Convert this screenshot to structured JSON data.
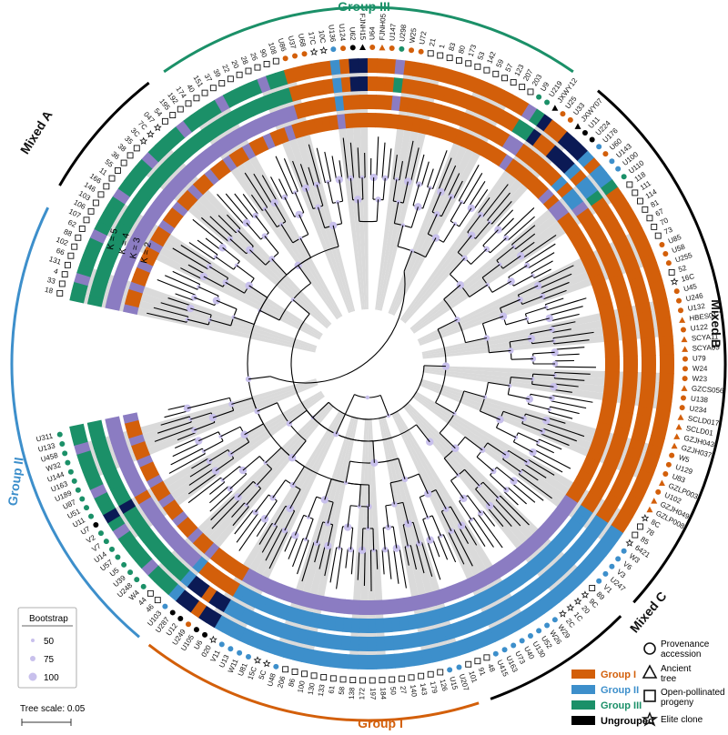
{
  "colors": {
    "group_i": "#d35f0a",
    "group_ii": "#3d8fcb",
    "group_iii": "#1b9068",
    "ungrouped": "#0b1a55",
    "purple": "#8b7cc2",
    "shade": "#d4d4d4",
    "bootstrap": "#c8c0ec"
  },
  "group_labels": {
    "group_iii": "Group III",
    "group_ii": "Group II",
    "group_i": "Group I",
    "mixed_a": "Mixed A",
    "mixed_b": "Mixed B",
    "mixed_c": "Mixed C"
  },
  "k_labels": [
    "K = 5",
    "K = 4",
    "K = 3",
    "K = 2"
  ],
  "group_legend": {
    "items": [
      {
        "label": "Group I",
        "color": "#d35f0a"
      },
      {
        "label": "Group II",
        "color": "#3d8fcb"
      },
      {
        "label": "Group III",
        "color": "#1b9068"
      },
      {
        "label": "Ungrouped",
        "color": "#000000"
      }
    ]
  },
  "type_legend": {
    "items": [
      {
        "label": "Provenance accession",
        "shape": "circle"
      },
      {
        "label": "Ancient tree",
        "shape": "triangle"
      },
      {
        "label": "Open-pollinated progeny",
        "shape": "square"
      },
      {
        "label": "Elite clone",
        "shape": "star"
      }
    ]
  },
  "bootstrap_legend": {
    "title": "Bootstrap",
    "values": [
      "50",
      "75",
      "100"
    ]
  },
  "tree_scale": "Tree scale: 0.05",
  "tips": [
    {
      "name": "18",
      "group": "III",
      "type": "square"
    },
    {
      "name": "33",
      "group": "III",
      "type": "square"
    },
    {
      "name": "4",
      "group": "III",
      "type": "square"
    },
    {
      "name": "131",
      "group": "III",
      "type": "square"
    },
    {
      "name": "66",
      "group": "III",
      "type": "square"
    },
    {
      "name": "102",
      "group": "III",
      "type": "square"
    },
    {
      "name": "88",
      "group": "III",
      "type": "square"
    },
    {
      "name": "62",
      "group": "III",
      "type": "square"
    },
    {
      "name": "107",
      "group": "III",
      "type": "square"
    },
    {
      "name": "106",
      "group": "III",
      "type": "square"
    },
    {
      "name": "103",
      "group": "III",
      "type": "square"
    },
    {
      "name": "146",
      "group": "III",
      "type": "square"
    },
    {
      "name": "166",
      "group": "III",
      "type": "square"
    },
    {
      "name": "11",
      "group": "III",
      "type": "square"
    },
    {
      "name": "55",
      "group": "III",
      "type": "square"
    },
    {
      "name": "36",
      "group": "III",
      "type": "square"
    },
    {
      "name": "38",
      "group": "III",
      "type": "square"
    },
    {
      "name": "35",
      "group": "III",
      "type": "square"
    },
    {
      "name": "3C",
      "group": "III",
      "type": "star"
    },
    {
      "name": "7C",
      "group": "III",
      "type": "star"
    },
    {
      "name": "047",
      "group": "III",
      "type": "star"
    },
    {
      "name": "54",
      "group": "III",
      "type": "square"
    },
    {
      "name": "195",
      "group": "III",
      "type": "square"
    },
    {
      "name": "192",
      "group": "III",
      "type": "square"
    },
    {
      "name": "174",
      "group": "III",
      "type": "square"
    },
    {
      "name": "40",
      "group": "III",
      "type": "square"
    },
    {
      "name": "151",
      "group": "III",
      "type": "square"
    },
    {
      "name": "37",
      "group": "III",
      "type": "square"
    },
    {
      "name": "39",
      "group": "III",
      "type": "square"
    },
    {
      "name": "22",
      "group": "III",
      "type": "square"
    },
    {
      "name": "20",
      "group": "III",
      "type": "square"
    },
    {
      "name": "28",
      "group": "III",
      "type": "square"
    },
    {
      "name": "26",
      "group": "III",
      "type": "square"
    },
    {
      "name": "90",
      "group": "III",
      "type": "square"
    },
    {
      "name": "108",
      "group": "III",
      "type": "square"
    },
    {
      "name": "U86",
      "group": "I",
      "type": "circle"
    },
    {
      "name": "U37",
      "group": "I",
      "type": "circle"
    },
    {
      "name": "U68",
      "group": "I",
      "type": "circle"
    },
    {
      "name": "17C",
      "group": "I",
      "type": "star"
    },
    {
      "name": "10C",
      "group": "I",
      "type": "star"
    },
    {
      "name": "U136",
      "group": "II",
      "type": "circle"
    },
    {
      "name": "U124",
      "group": "I",
      "type": "circle"
    },
    {
      "name": "U62",
      "group": "U",
      "type": "circle"
    },
    {
      "name": "FJNH15",
      "group": "U",
      "type": "triangle"
    },
    {
      "name": "U64",
      "group": "I",
      "type": "circle"
    },
    {
      "name": "FJNH05",
      "group": "I",
      "type": "triangle"
    },
    {
      "name": "U147",
      "group": "I",
      "type": "circle"
    },
    {
      "name": "U298",
      "group": "III",
      "type": "circle"
    },
    {
      "name": "W25",
      "group": "I",
      "type": "circle"
    },
    {
      "name": "U72",
      "group": "I",
      "type": "circle"
    },
    {
      "name": "21",
      "group": "I",
      "type": "square"
    },
    {
      "name": "1",
      "group": "I",
      "type": "square"
    },
    {
      "name": "83",
      "group": "I",
      "type": "square"
    },
    {
      "name": "80",
      "group": "I",
      "type": "square"
    },
    {
      "name": "173",
      "group": "I",
      "type": "square"
    },
    {
      "name": "53",
      "group": "I",
      "type": "square"
    },
    {
      "name": "142",
      "group": "I",
      "type": "square"
    },
    {
      "name": "59",
      "group": "I",
      "type": "square"
    },
    {
      "name": "57",
      "group": "I",
      "type": "square"
    },
    {
      "name": "123",
      "group": "I",
      "type": "square"
    },
    {
      "name": "207",
      "group": "I",
      "type": "square"
    },
    {
      "name": "203",
      "group": "I",
      "type": "square"
    },
    {
      "name": "U9",
      "group": "III",
      "type": "circle"
    },
    {
      "name": "U219",
      "group": "III",
      "type": "circle"
    },
    {
      "name": "JXWY12",
      "group": "U",
      "type": "triangle"
    },
    {
      "name": "U25",
      "group": "I",
      "type": "circle"
    },
    {
      "name": "U33",
      "group": "I",
      "type": "circle"
    },
    {
      "name": "JXWY07",
      "group": "U",
      "type": "triangle"
    },
    {
      "name": "U11",
      "group": "U",
      "type": "circle"
    },
    {
      "name": "U224",
      "group": "U",
      "type": "circle"
    },
    {
      "name": "U176",
      "group": "II",
      "type": "circle"
    },
    {
      "name": "U60",
      "group": "I",
      "type": "circle"
    },
    {
      "name": "U143",
      "group": "II",
      "type": "circle"
    },
    {
      "name": "U100",
      "group": "II",
      "type": "circle"
    },
    {
      "name": "U110",
      "group": "III",
      "type": "circle"
    },
    {
      "name": "118",
      "group": "I",
      "type": "square"
    },
    {
      "name": "111",
      "group": "I",
      "type": "square"
    },
    {
      "name": "114",
      "group": "I",
      "type": "square"
    },
    {
      "name": "81",
      "group": "I",
      "type": "square"
    },
    {
      "name": "67",
      "group": "I",
      "type": "square"
    },
    {
      "name": "70",
      "group": "I",
      "type": "square"
    },
    {
      "name": "73",
      "group": "I",
      "type": "square"
    },
    {
      "name": "U85",
      "group": "I",
      "type": "circle"
    },
    {
      "name": "U58",
      "group": "I",
      "type": "circle"
    },
    {
      "name": "U255",
      "group": "I",
      "type": "circle"
    },
    {
      "name": "52",
      "group": "I",
      "type": "square"
    },
    {
      "name": "16C",
      "group": "I",
      "type": "star"
    },
    {
      "name": "U45",
      "group": "I",
      "type": "circle"
    },
    {
      "name": "U246",
      "group": "I",
      "type": "circle"
    },
    {
      "name": "U132",
      "group": "I",
      "type": "circle"
    },
    {
      "name": "HBES01",
      "group": "I",
      "type": "triangle"
    },
    {
      "name": "U122",
      "group": "I",
      "type": "circle"
    },
    {
      "name": "SCYA11",
      "group": "I",
      "type": "triangle"
    },
    {
      "name": "SCYA05",
      "group": "I",
      "type": "triangle"
    },
    {
      "name": "U79",
      "group": "I",
      "type": "circle"
    },
    {
      "name": "W24",
      "group": "I",
      "type": "circle"
    },
    {
      "name": "W23",
      "group": "I",
      "type": "circle"
    },
    {
      "name": "GZCS056",
      "group": "I",
      "type": "triangle"
    },
    {
      "name": "U138",
      "group": "I",
      "type": "circle"
    },
    {
      "name": "U234",
      "group": "I",
      "type": "circle"
    },
    {
      "name": "SCLD017",
      "group": "I",
      "type": "triangle"
    },
    {
      "name": "SCLD01",
      "group": "I",
      "type": "triangle"
    },
    {
      "name": "GZJH043",
      "group": "I",
      "type": "triangle"
    },
    {
      "name": "GZJH037",
      "group": "I",
      "type": "triangle"
    },
    {
      "name": "W5",
      "group": "I",
      "type": "circle"
    },
    {
      "name": "U129",
      "group": "I",
      "type": "circle"
    },
    {
      "name": "U83",
      "group": "I",
      "type": "circle"
    },
    {
      "name": "GZLP003",
      "group": "I",
      "type": "triangle"
    },
    {
      "name": "U102",
      "group": "I",
      "type": "circle"
    },
    {
      "name": "GZJH049",
      "group": "I",
      "type": "triangle"
    },
    {
      "name": "GZLP008",
      "group": "I",
      "type": "triangle"
    },
    {
      "name": "8C",
      "group": "I",
      "type": "star"
    },
    {
      "name": "78",
      "group": "I",
      "type": "square"
    },
    {
      "name": "85",
      "group": "I",
      "type": "square"
    },
    {
      "name": "6421",
      "group": "II",
      "type": "star"
    },
    {
      "name": "W3",
      "group": "II",
      "type": "circle"
    },
    {
      "name": "V6",
      "group": "II",
      "type": "circle"
    },
    {
      "name": "V3",
      "group": "II",
      "type": "circle"
    },
    {
      "name": "U247",
      "group": "II",
      "type": "circle"
    },
    {
      "name": "V1",
      "group": "II",
      "type": "circle"
    },
    {
      "name": "89",
      "group": "II",
      "type": "square"
    },
    {
      "name": "9C",
      "group": "II",
      "type": "star"
    },
    {
      "name": "20",
      "group": "II",
      "type": "star"
    },
    {
      "name": "1C",
      "group": "II",
      "type": "star"
    },
    {
      "name": "2C",
      "group": "II",
      "type": "star"
    },
    {
      "name": "W29",
      "group": "II",
      "type": "circle"
    },
    {
      "name": "W26",
      "group": "II",
      "type": "circle"
    },
    {
      "name": "U52",
      "group": "II",
      "type": "circle"
    },
    {
      "name": "U130",
      "group": "II",
      "type": "circle"
    },
    {
      "name": "U40",
      "group": "II",
      "type": "circle"
    },
    {
      "name": "U73",
      "group": "II",
      "type": "circle"
    },
    {
      "name": "U163",
      "group": "II",
      "type": "circle"
    },
    {
      "name": "U415",
      "group": "II",
      "type": "circle"
    },
    {
      "name": "48",
      "group": "II",
      "type": "square"
    },
    {
      "name": "91",
      "group": "II",
      "type": "square"
    },
    {
      "name": "101",
      "group": "II",
      "type": "square"
    },
    {
      "name": "U207",
      "group": "II",
      "type": "circle"
    },
    {
      "name": "U15",
      "group": "II",
      "type": "circle"
    },
    {
      "name": "126",
      "group": "II",
      "type": "square"
    },
    {
      "name": "179",
      "group": "II",
      "type": "square"
    },
    {
      "name": "143",
      "group": "II",
      "type": "square"
    },
    {
      "name": "140",
      "group": "II",
      "type": "square"
    },
    {
      "name": "27",
      "group": "II",
      "type": "square"
    },
    {
      "name": "50",
      "group": "II",
      "type": "square"
    },
    {
      "name": "184",
      "group": "II",
      "type": "square"
    },
    {
      "name": "197",
      "group": "II",
      "type": "square"
    },
    {
      "name": "172",
      "group": "II",
      "type": "square"
    },
    {
      "name": "138",
      "group": "II",
      "type": "square"
    },
    {
      "name": "58",
      "group": "II",
      "type": "square"
    },
    {
      "name": "61",
      "group": "II",
      "type": "square"
    },
    {
      "name": "133",
      "group": "II",
      "type": "square"
    },
    {
      "name": "130",
      "group": "II",
      "type": "square"
    },
    {
      "name": "100",
      "group": "II",
      "type": "square"
    },
    {
      "name": "86",
      "group": "II",
      "type": "square"
    },
    {
      "name": "206",
      "group": "II",
      "type": "square"
    },
    {
      "name": "U48",
      "group": "II",
      "type": "circle"
    },
    {
      "name": "5C",
      "group": "II",
      "type": "star"
    },
    {
      "name": "15C",
      "group": "II",
      "type": "star"
    },
    {
      "name": "U81",
      "group": "II",
      "type": "circle"
    },
    {
      "name": "W11",
      "group": "II",
      "type": "circle"
    },
    {
      "name": "U13",
      "group": "II",
      "type": "circle"
    },
    {
      "name": "V11",
      "group": "II",
      "type": "circle"
    },
    {
      "name": "020",
      "group": "II",
      "type": "star"
    },
    {
      "name": "U6",
      "group": "U",
      "type": "circle"
    },
    {
      "name": "U105",
      "group": "U",
      "type": "circle"
    },
    {
      "name": "U249",
      "group": "I",
      "type": "circle"
    },
    {
      "name": "U12",
      "group": "U",
      "type": "circle"
    },
    {
      "name": "U287",
      "group": "U",
      "type": "circle"
    },
    {
      "name": "U103",
      "group": "II",
      "type": "circle"
    },
    {
      "name": "46",
      "group": "III",
      "type": "square"
    },
    {
      "name": "44",
      "group": "III",
      "type": "square"
    },
    {
      "name": "W4",
      "group": "III",
      "type": "circle"
    },
    {
      "name": "U248",
      "group": "III",
      "type": "circle"
    },
    {
      "name": "U39",
      "group": "III",
      "type": "circle"
    },
    {
      "name": "U5",
      "group": "III",
      "type": "circle"
    },
    {
      "name": "U57",
      "group": "III",
      "type": "circle"
    },
    {
      "name": "U14",
      "group": "III",
      "type": "circle"
    },
    {
      "name": "V7",
      "group": "III",
      "type": "circle"
    },
    {
      "name": "V2",
      "group": "III",
      "type": "circle"
    },
    {
      "name": "U7",
      "group": "U",
      "type": "circle"
    },
    {
      "name": "U11",
      "group": "III",
      "type": "circle"
    },
    {
      "name": "U51",
      "group": "III",
      "type": "circle"
    },
    {
      "name": "U87",
      "group": "III",
      "type": "circle"
    },
    {
      "name": "U189",
      "group": "III",
      "type": "circle"
    },
    {
      "name": "U163",
      "group": "III",
      "type": "circle"
    },
    {
      "name": "U144",
      "group": "III",
      "type": "circle"
    },
    {
      "name": "W32",
      "group": "III",
      "type": "circle"
    },
    {
      "name": "U458",
      "group": "III",
      "type": "circle"
    },
    {
      "name": "U133",
      "group": "III",
      "type": "circle"
    },
    {
      "name": "U311",
      "group": "III",
      "type": "circle"
    }
  ]
}
